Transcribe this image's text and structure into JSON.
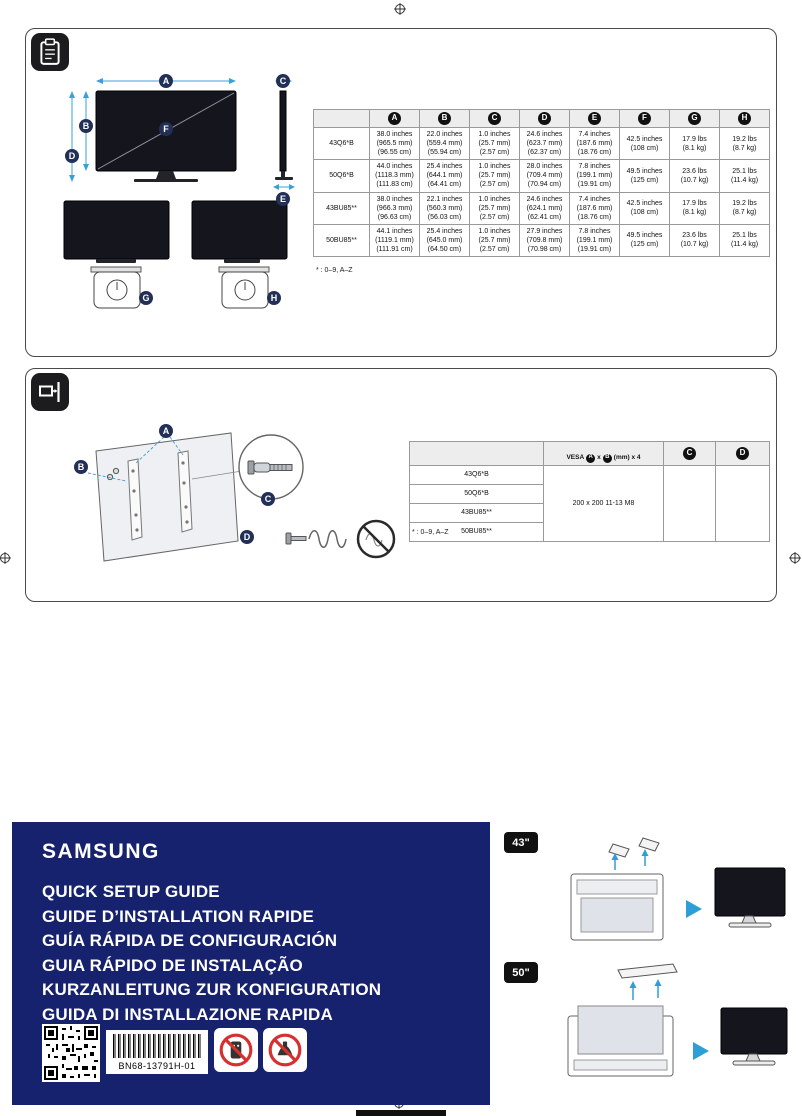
{
  "colors": {
    "samsung_blue": "#16226d",
    "dimension_blue": "#3aa0d8",
    "prohibition_red": "#d63031",
    "label_navy": "#223057"
  },
  "icons": {
    "section1": "clipboard-icon",
    "section2": "wall-mount-icon",
    "cover": [
      "qr-code",
      "barcode",
      "prohibition-icon-1",
      "prohibition-icon-2"
    ]
  },
  "dimensions_section": {
    "labels": [
      "A",
      "B",
      "C",
      "D",
      "E",
      "F",
      "G",
      "H"
    ],
    "table": {
      "headers": [
        "A",
        "B",
        "C",
        "D",
        "E",
        "F",
        "G",
        "H"
      ],
      "rows": [
        {
          "model": "43Q6*B",
          "cells": [
            "38.0 inches\n(965.5 mm)\n(96.55 cm)",
            "22.0 inches\n(559.4 mm)\n(55.94 cm)",
            "1.0 inches\n(25.7 mm)\n(2.57 cm)",
            "24.6 inches\n(623.7 mm)\n(62.37 cm)",
            "7.4 inches\n(187.6 mm)\n(18.76 cm)",
            "42.5 inches\n(108 cm)",
            "17.9 lbs\n(8.1 kg)",
            "19.2 lbs\n(8.7 kg)"
          ]
        },
        {
          "model": "50Q6*B",
          "cells": [
            "44.0 inches\n(1118.3 mm)\n(111.83 cm)",
            "25.4 inches\n(644.1 mm)\n(64.41 cm)",
            "1.0 inches\n(25.7 mm)\n(2.57 cm)",
            "28.0 inches\n(709.4 mm)\n(70.94 cm)",
            "7.8 inches\n(199.1 mm)\n(19.91 cm)",
            "49.5 inches\n(125 cm)",
            "23.6 lbs\n(10.7 kg)",
            "25.1 lbs\n(11.4 kg)"
          ]
        },
        {
          "model": "43BU85**",
          "cells": [
            "38.0 inches\n(966.3 mm)\n(96.63 cm)",
            "22.1 inches\n(560.3 mm)\n(56.03 cm)",
            "1.0 inches\n(25.7 mm)\n(2.57 cm)",
            "24.6 inches\n(624.1 mm)\n(62.41 cm)",
            "7.4 inches\n(187.6 mm)\n(18.76 cm)",
            "42.5 inches\n(108 cm)",
            "17.9 lbs\n(8.1 kg)",
            "19.2 lbs\n(8.7 kg)"
          ]
        },
        {
          "model": "50BU85**",
          "cells": [
            "44.1 inches\n(1119.1 mm)\n(111.91 cm)",
            "25.4 inches\n(645.0 mm)\n(64.50 cm)",
            "1.0 inches\n(25.7 mm)\n(2.57 cm)",
            "27.9 inches\n(709.8 mm)\n(70.98 cm)",
            "7.8 inches\n(199.1 mm)\n(19.91 cm)",
            "49.5 inches\n(125 cm)",
            "23.6 lbs\n(10.7 kg)",
            "25.1 lbs\n(11.4 kg)"
          ]
        }
      ]
    },
    "footnote": "* : 0–9, A–Z"
  },
  "wallmount_section": {
    "labels": [
      "A",
      "B",
      "C",
      "D"
    ],
    "table": {
      "vesa_prefix": "VESA",
      "vesa_sep": "x",
      "vesa_suffix": "(mm) x 4",
      "models": [
        "43Q6*B",
        "50Q6*B",
        "43BU85**",
        "50BU85**"
      ],
      "vesa_value": "200 x 200 11-13 M8"
    },
    "footnote": "* : 0–9, A–Z"
  },
  "cover": {
    "brand": "SAMSUNG",
    "titles": [
      "QUICK SETUP GUIDE",
      "GUIDE D’INSTALLATION RAPIDE",
      "GUÍA RÁPIDA DE CONFIGURACIÓN",
      "GUIA RÁPIDO DE INSTALAÇÃO",
      "KURZANLEITUNG ZUR KONFIGURATION",
      "GUIDA DI INSTALLAZIONE RAPIDA"
    ],
    "barcode_text": "BN68-13791H-01"
  },
  "assembly": {
    "size_43": "43\"",
    "size_50": "50\""
  }
}
